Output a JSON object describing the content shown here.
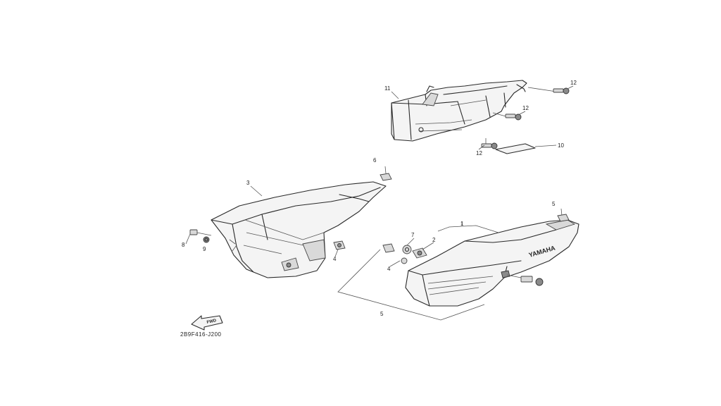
{
  "callouts": {
    "c1": "1",
    "c2": "2",
    "c3": "3",
    "c4a": "4",
    "c4b": "4",
    "c5a": "5",
    "c5b": "5",
    "c6": "6",
    "c7": "7",
    "c8": "8",
    "c9": "9",
    "c10": "10",
    "c11": "11",
    "c12a": "12",
    "c12b": "12",
    "c12c": "12"
  },
  "brand_text": "YAMAHA",
  "fwd_label": "FWD",
  "diagram_code": "2B9F416-J200"
}
